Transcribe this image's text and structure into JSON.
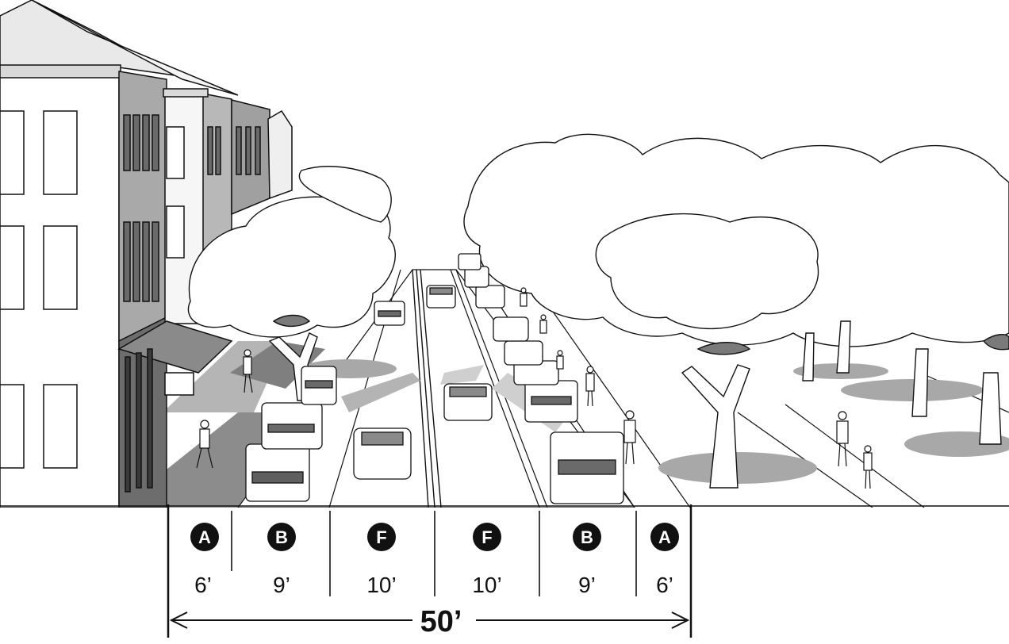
{
  "section": {
    "lanes": [
      {
        "code": "A",
        "width": "6’"
      },
      {
        "code": "B",
        "width": "9’"
      },
      {
        "code": "F",
        "width": "10’"
      },
      {
        "code": "F",
        "width": "10’"
      },
      {
        "code": "B",
        "width": "9’"
      },
      {
        "code": "A",
        "width": "6’"
      }
    ],
    "total": "50’"
  }
}
